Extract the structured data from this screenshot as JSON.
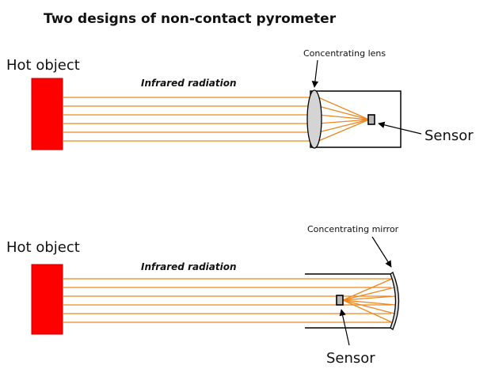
{
  "title": "Two designs of non-contact pyrometer",
  "colors": {
    "ray": "#ee871f",
    "hot_object": "#ff0000",
    "radiation_label": "#ff0000",
    "lens_fill": "#d4d4d4",
    "mirror_fill": "#e0e0e0",
    "sensor_fill": "#b8b8b8",
    "outline": "#000000"
  },
  "lens_design": {
    "hot_object_label": "Hot object",
    "radiation_label": "Infrared radiation",
    "component_label": "Concentrating lens",
    "sensor_label": "Sensor"
  },
  "mirror_design": {
    "hot_object_label": "Hot object",
    "radiation_label": "Infrared radiation",
    "component_label": "Concentrating mirror",
    "sensor_label": "Sensor"
  }
}
